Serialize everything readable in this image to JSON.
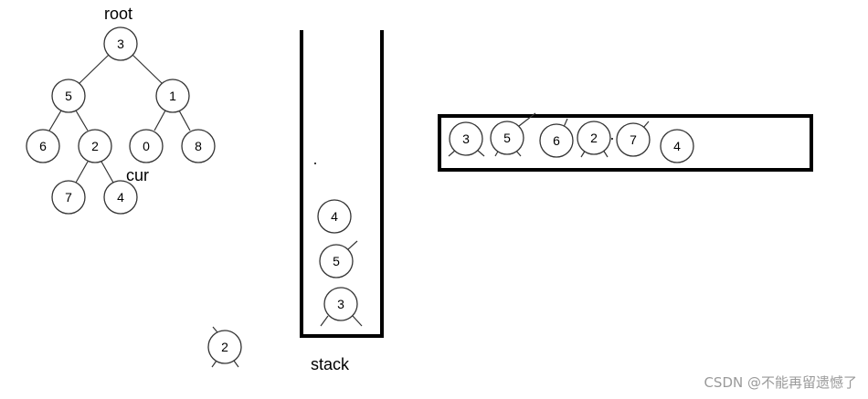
{
  "tree": {
    "root_label": "root",
    "cur_label": "cur",
    "nodes": [
      "3",
      "5",
      "1",
      "6",
      "2",
      "0",
      "8",
      "7",
      "4"
    ]
  },
  "stack": {
    "label": "stack",
    "items_top_to_bottom": [
      "4",
      "5",
      "3"
    ]
  },
  "output_sequence": [
    "3",
    "5",
    "6",
    "2",
    "7",
    "4"
  ],
  "floating_node": "2",
  "watermark": "CSDN @不能再留遗憾了"
}
